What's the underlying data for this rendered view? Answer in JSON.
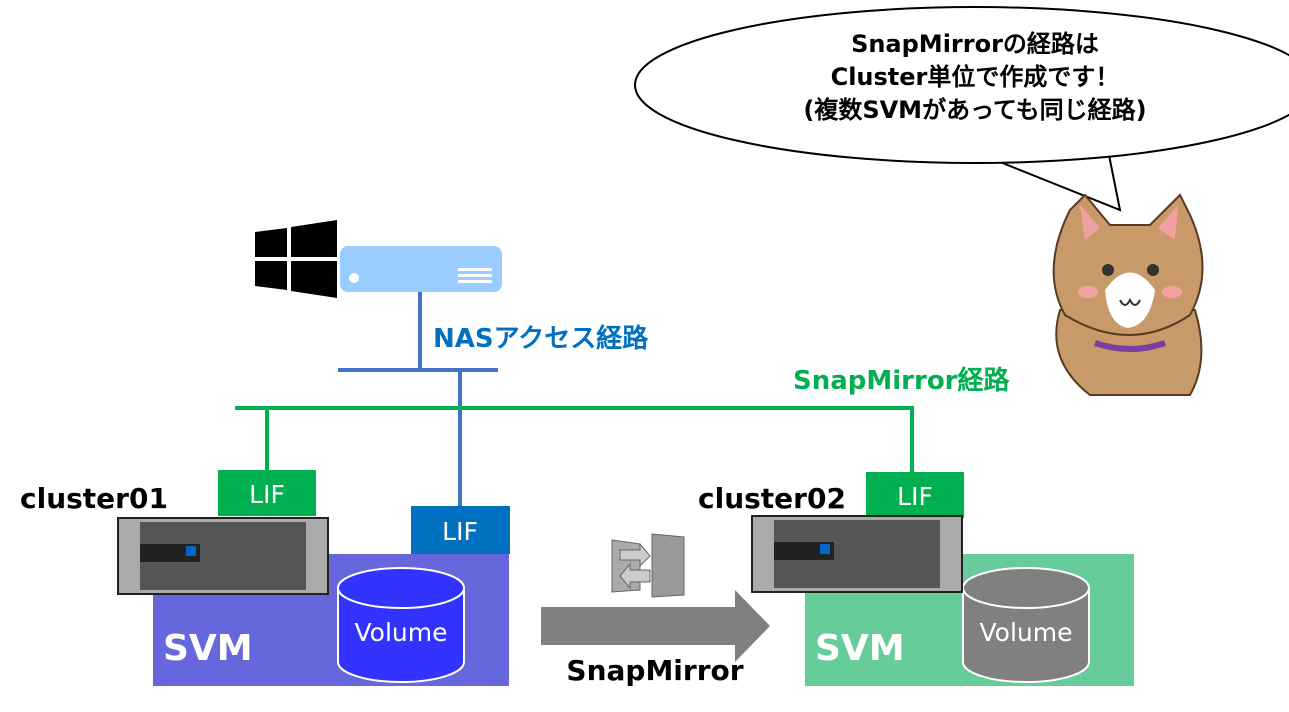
{
  "bubble": {
    "lines": [
      "SnapMirrorの経路は",
      "Cluster単位で作成です！",
      "(複数SVMがあっても同じ経路)"
    ]
  },
  "labels": {
    "nas_path": "NASアクセス経路",
    "snapmirror_path": "SnapMirror経路",
    "cluster01": "cluster01",
    "cluster02": "cluster02",
    "lif": "LIF",
    "svm": "SVM",
    "volume": "Volume",
    "snapmirror": "SnapMirror"
  },
  "colors": {
    "nas_line": "#4472c4",
    "nas_text": "#0070c0",
    "snapmirror_green": "#00b050",
    "svm_source": "#6666dd",
    "volume_source": "#3333ff",
    "svm_dest": "#66cc99",
    "volume_dest": "#808080",
    "arrow": "#808080"
  }
}
